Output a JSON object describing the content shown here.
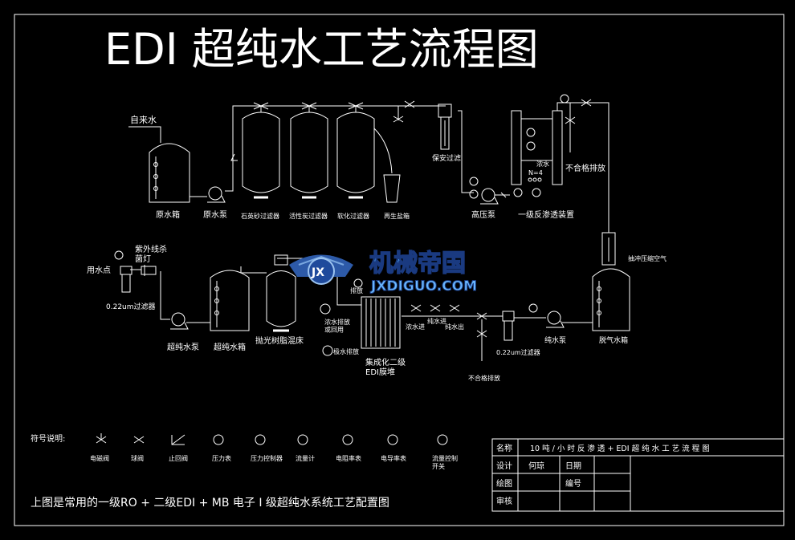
{
  "title": "EDI 超纯水工艺流程图",
  "labels": {
    "tap_water": "自来水",
    "raw_tank": "原水箱",
    "raw_pump": "原水泵",
    "sand_filter": "石英砂过滤器",
    "carbon_filter": "活性炭过滤器",
    "softener": "软化过滤器",
    "regen_tank": "再生盐箱",
    "security_filter": "保安过滤",
    "hp_pump": "高压泵",
    "ro_unit": "一级反渗透装置",
    "conc_water": "浓水",
    "reject_drain_top": "不合格排放",
    "n4": "N=4",
    "degas_tank": "脱气水箱",
    "vent_air": "抽冲压缩空气",
    "pure_pump": "纯水泵",
    "filter_022_right": "0.22um过滤器",
    "reject_drain_bottom": "不合格排放",
    "conc_water2": "浓水进",
    "pure_in": "纯水进",
    "pure_out": "纯水出",
    "drain": "排放",
    "conc_reuse": "浓水排放\n或回用",
    "pole_drain": "极水排放",
    "edi_stack": "集成化二级\nEDI膜堆",
    "polish_bed": "抛光树脂混床",
    "ultra_tank": "超纯水箱",
    "ultra_pump": "超纯水泵",
    "filter_022_left": "0.22um过滤器",
    "use_point": "用水点",
    "uv_lamp": "紫外线杀\n菌灯"
  },
  "legend": {
    "heading": "符号说明:",
    "items": [
      {
        "symbol": "motor-valve",
        "label": "电磁阀"
      },
      {
        "symbol": "ball-valve",
        "label": "球阀"
      },
      {
        "symbol": "check-valve",
        "label": "止回阀"
      },
      {
        "symbol": "P",
        "label": "压力表"
      },
      {
        "symbol": "Pc",
        "label": "压力控制器"
      },
      {
        "symbol": "F",
        "label": "流量计"
      },
      {
        "symbol": "R",
        "label": "电阻率表"
      },
      {
        "symbol": "C",
        "label": "电导率表"
      },
      {
        "symbol": "FK",
        "label": "流量控制\n开关"
      }
    ]
  },
  "caption": "上图是常用的一级RO + 二级EDI + MB 电子 I 级超纯水系统工艺配置图",
  "title_block": {
    "name_label": "名称",
    "name_value": "10 吨 / 小 时 反 渗 透 + EDI 超 纯 水 工 艺 流 程 图",
    "design_label": "设计",
    "design_value": "何琼",
    "date_label": "日期",
    "draw_label": "绘图",
    "number_label": "编号",
    "review_label": "审核"
  },
  "watermark": {
    "text": "机械帝国",
    "url": "JXDIGUO.COM",
    "logo": "JX"
  }
}
